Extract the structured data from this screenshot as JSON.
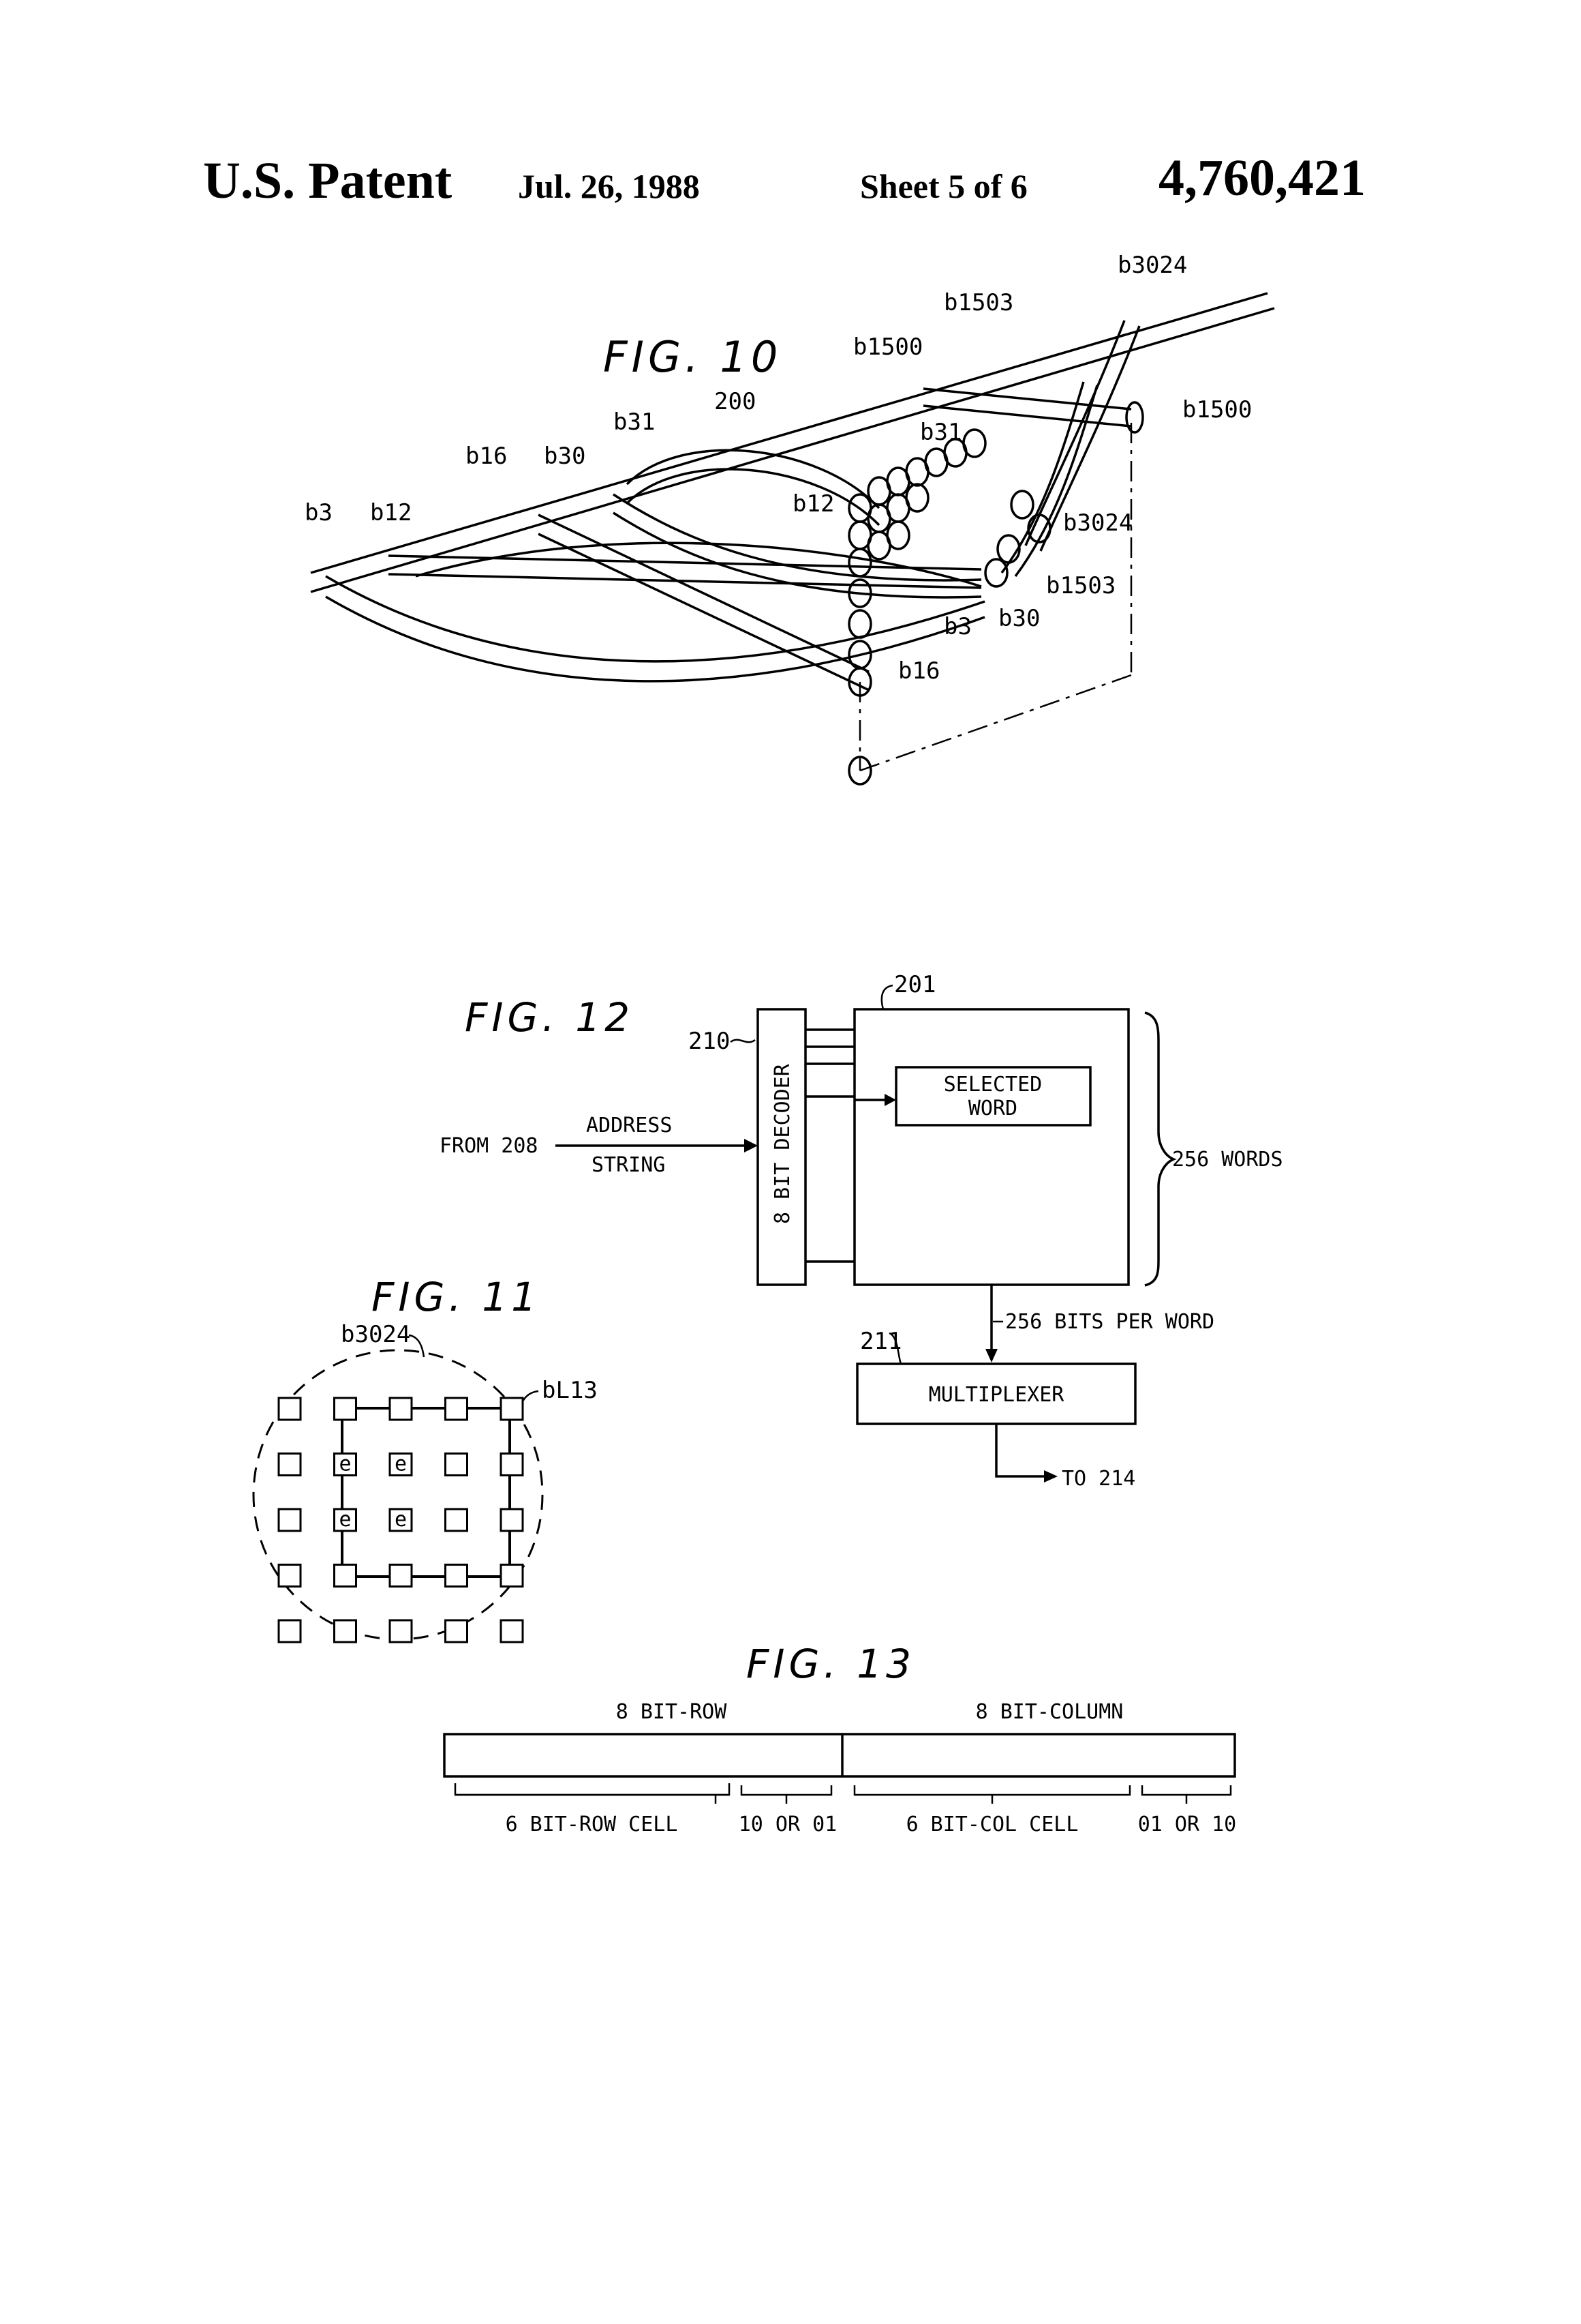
{
  "header": {
    "patent_label": "U.S. Patent",
    "date": "Jul. 26, 1988",
    "sheet": "Sheet 5 of 6",
    "number": "4,760,421"
  },
  "fig10": {
    "title": "FIG. 10",
    "labels": {
      "b3024_top": "b3024",
      "b1503_top": "b1503",
      "b1500_left": "b1500",
      "b1500_right": "b1500",
      "ref_200": "200",
      "b31_top": "b31",
      "b31_mid": "b31",
      "b16_top": "b16",
      "b30_top": "b30",
      "b3_top": "b3",
      "b12_top": "b12",
      "b12_mid": "b12",
      "b3024_mid": "b3024",
      "b1503_mid": "b1503",
      "b30_mid": "b30",
      "b3_mid": "b3",
      "b16_bot": "b16"
    }
  },
  "fig12": {
    "title": "FIG. 12",
    "ref_201": "201",
    "ref_210": "210",
    "decoder_label": "8 BIT DECODER",
    "selected_word_line1": "SELECTED",
    "selected_word_line2": "WORD",
    "address_line1": "ADDRESS",
    "address_line2": "STRING",
    "from_label": "FROM 208",
    "words_label": "256 WORDS",
    "bits_label": "256 BITS PER WORD",
    "ref_211": "211",
    "mux_label": "MULTIPLEXER",
    "to_label": "TO 214"
  },
  "fig11": {
    "title": "FIG. 11",
    "b3024_label": "b3024",
    "bl13_label": "bL13",
    "cell_mark": "e",
    "rows": 5,
    "cols": 5,
    "marked_cells": [
      [
        1,
        1
      ],
      [
        1,
        2
      ],
      [
        2,
        1
      ],
      [
        2,
        2
      ]
    ]
  },
  "fig13": {
    "title": "FIG. 13",
    "row_header": "8 BIT-ROW",
    "col_header": "8 BIT-COLUMN",
    "seg1": "6 BIT-ROW CELL",
    "seg2": "10 OR 01",
    "seg3": "6 BIT-COL CELL",
    "seg4": "01 OR 10"
  }
}
